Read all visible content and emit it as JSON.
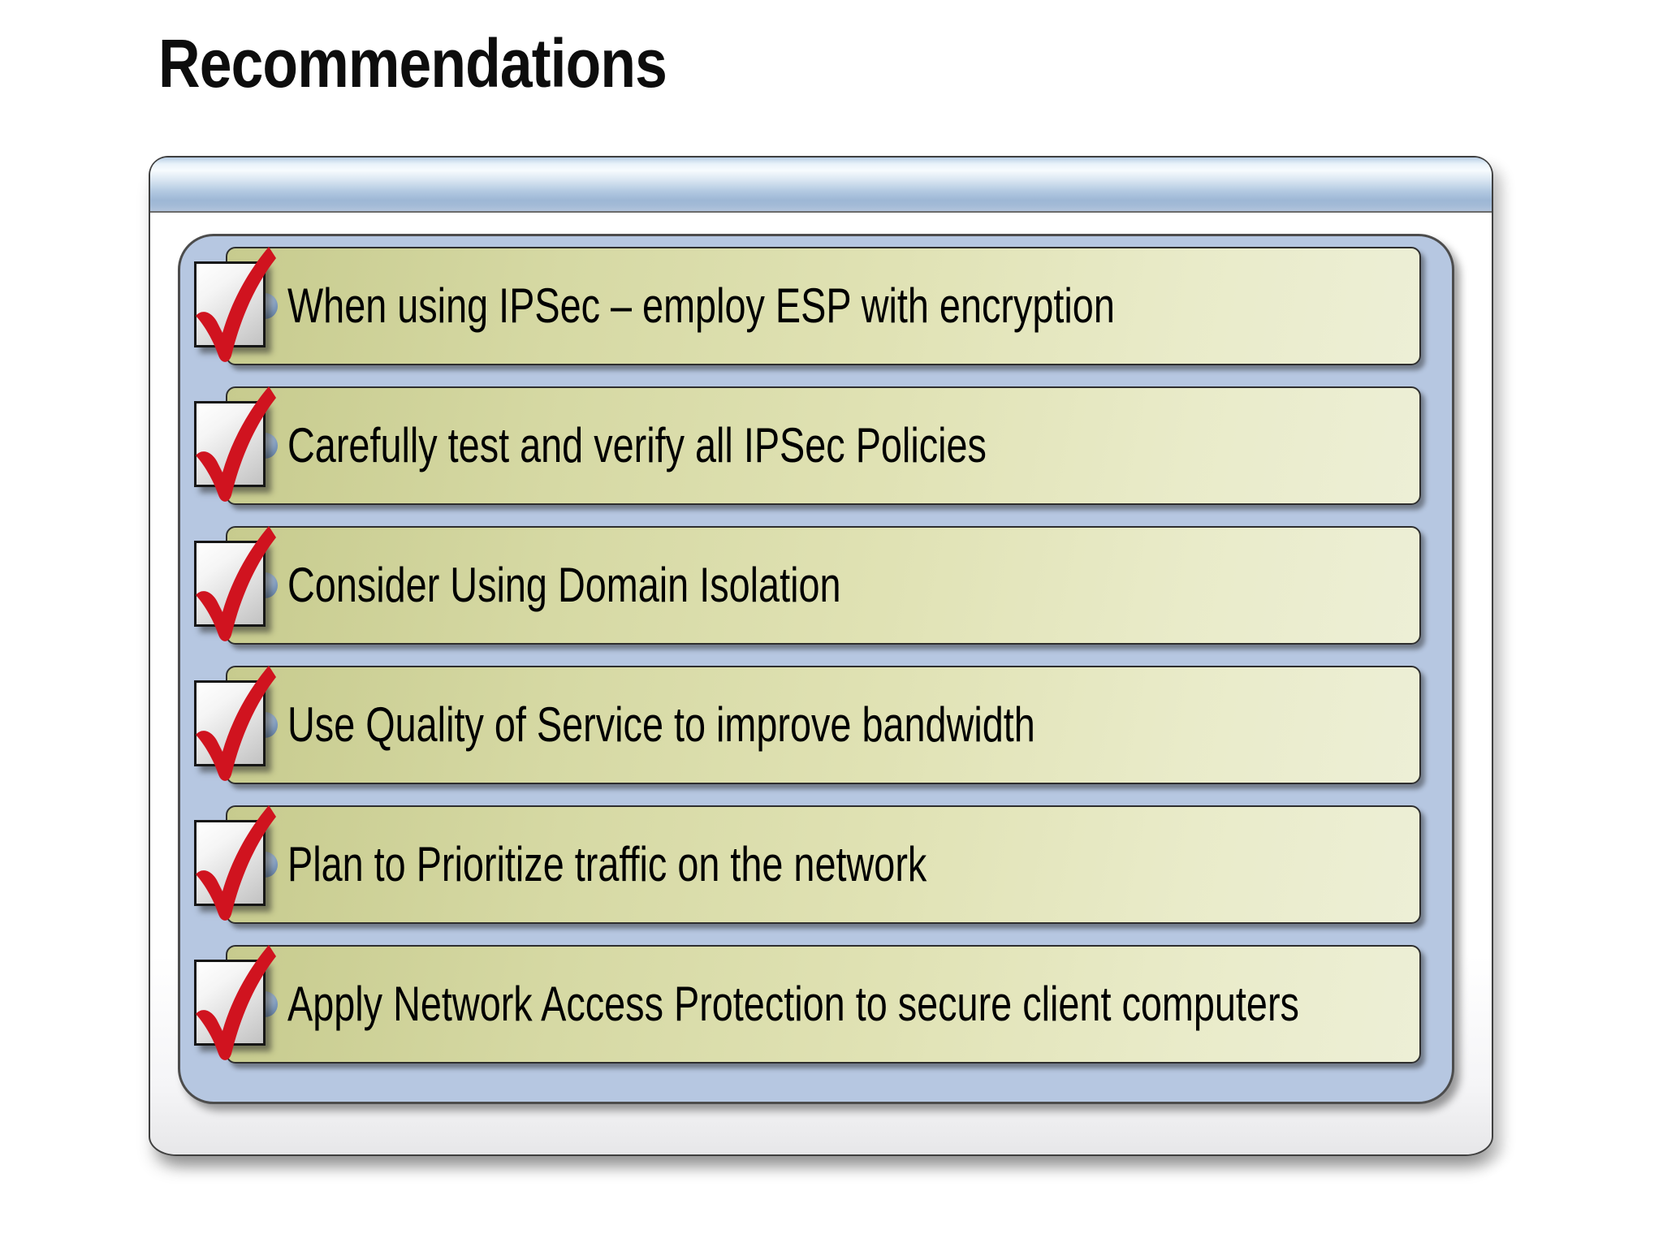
{
  "slide": {
    "title": "Recommendations"
  },
  "recommendations": {
    "items": [
      {
        "text": "When using IPSec – employ ESP with encryption",
        "checked": true
      },
      {
        "text": "Carefully test and verify all IPSec Policies",
        "checked": true
      },
      {
        "text": "Consider Using Domain Isolation",
        "checked": true
      },
      {
        "text": "Use Quality of Service to improve bandwidth",
        "checked": true
      },
      {
        "text": "Plan to Prioritize traffic on the network",
        "checked": true
      },
      {
        "text": "Apply Network Access Protection to secure client computers",
        "checked": true
      }
    ]
  },
  "colors": {
    "check_red": "#d0131f",
    "panel_blue": "#b6c7e1",
    "bar_olive_dark": "#c7cb8e",
    "bar_olive_light": "#edefd6",
    "titlebar_blue": "#b0c7e0",
    "checkbox_border": "#161616"
  }
}
